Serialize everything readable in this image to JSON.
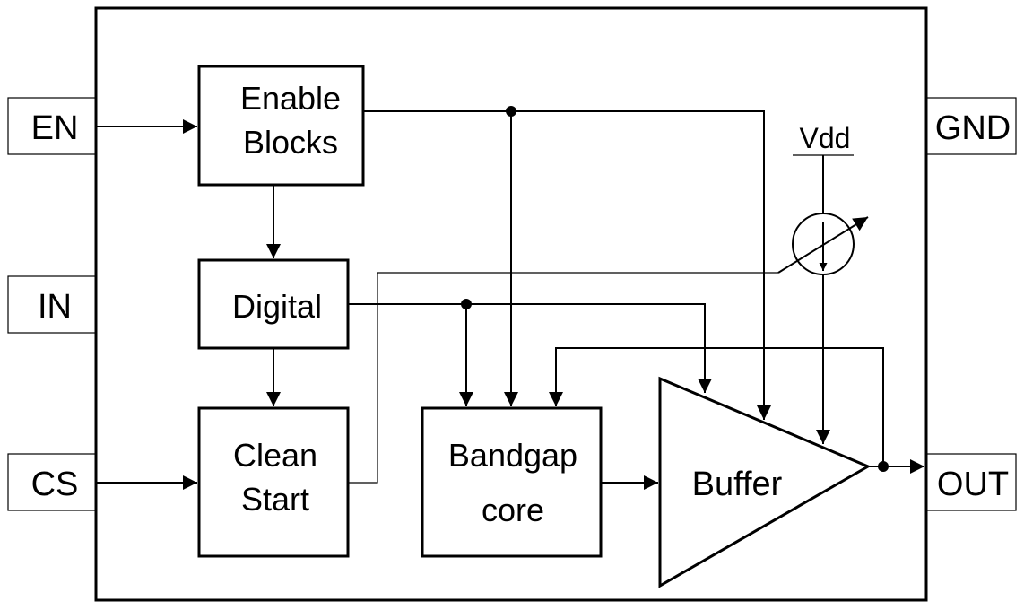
{
  "pins": {
    "en": "EN",
    "in": "IN",
    "cs": "CS",
    "gnd": "GND",
    "out": "OUT"
  },
  "blocks": {
    "enable_line1": "Enable",
    "enable_line2": "Blocks",
    "digital": "Digital",
    "clean_line1": "Clean",
    "clean_line2": "Start",
    "bandgap_line1": "Bandgap",
    "bandgap_line2": "core",
    "buffer": "Buffer"
  },
  "supply": {
    "vdd": "Vdd"
  }
}
